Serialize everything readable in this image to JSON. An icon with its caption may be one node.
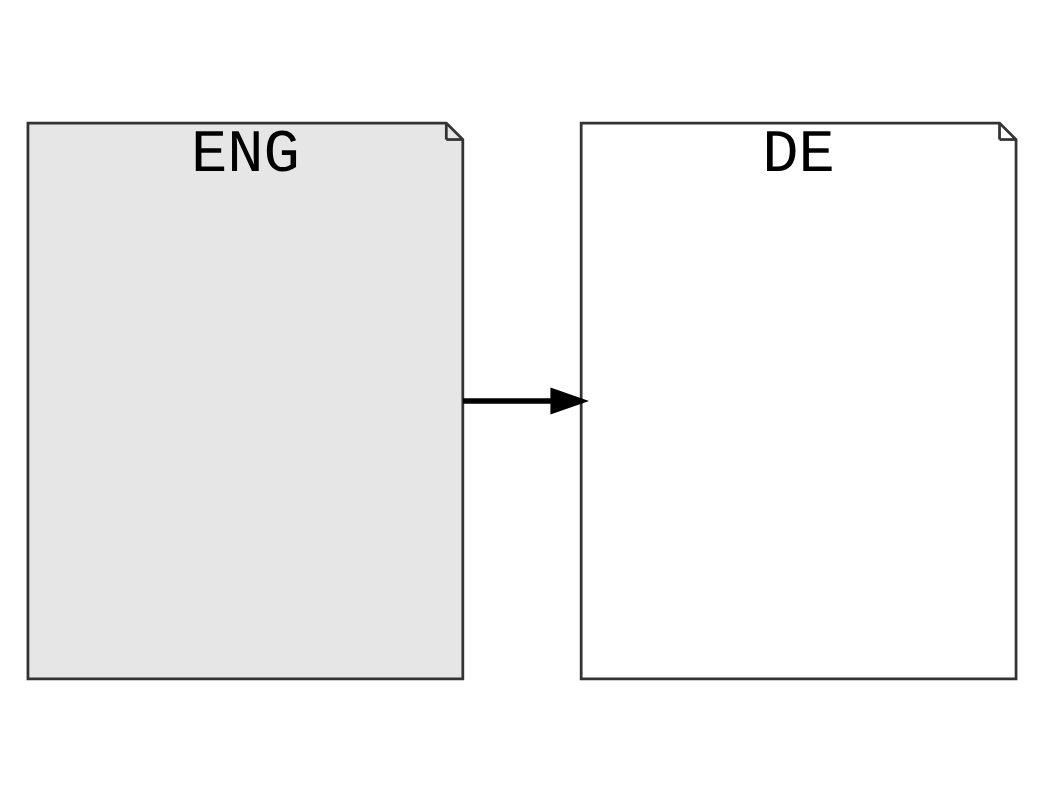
{
  "diagram": {
    "nodes": [
      {
        "text": [
          "ENG"
        ]
      },
      {
        "text": [
          "DE"
        ]
      }
    ],
    "edges": [
      {
        "from": 0,
        "to": 1,
        "arrow": "to"
      }
    ]
  }
}
